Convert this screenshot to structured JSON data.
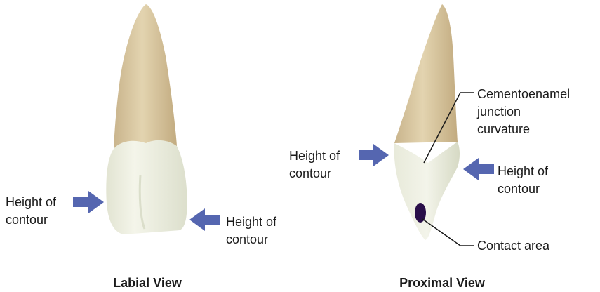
{
  "labial_view": {
    "caption": "Labial View",
    "left_label": "Height of\ncontour",
    "right_label": "Height of\ncontour"
  },
  "proximal_view": {
    "caption": "Proximal View",
    "left_label": "Height of\ncontour",
    "right_label": "Height of\ncontour",
    "cej_label": "Cementoenamel\njunction\ncurvature",
    "contact_label": "Contact area"
  },
  "colors": {
    "root": "#d9c8a2",
    "root_shadow": "#c4ae82",
    "crown": "#eef0e2",
    "crown_shadow": "#d9dcc8",
    "arrow": "#5566b0",
    "contact_area": "#2a0f4a"
  },
  "icons": [
    "arrow-right-icon",
    "arrow-left-icon"
  ]
}
